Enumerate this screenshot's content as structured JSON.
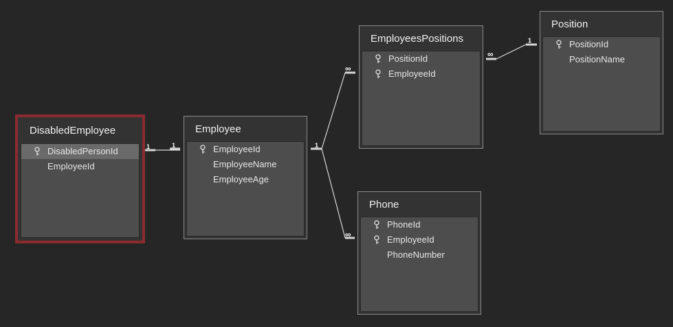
{
  "tables": {
    "disabled": {
      "title": "DisabledEmployee",
      "fields": [
        {
          "name": "DisabledPersonId",
          "key": true
        },
        {
          "name": "EmployeeId",
          "key": false
        }
      ]
    },
    "employee": {
      "title": "Employee",
      "fields": [
        {
          "name": "EmployeeId",
          "key": true
        },
        {
          "name": "EmployeeName",
          "key": false
        },
        {
          "name": "EmployeeAge",
          "key": false
        }
      ]
    },
    "emppos": {
      "title": "EmployeesPositions",
      "fields": [
        {
          "name": "PositionId",
          "key": true
        },
        {
          "name": "EmployeeId",
          "key": true
        }
      ]
    },
    "position": {
      "title": "Position",
      "fields": [
        {
          "name": "PositionId",
          "key": true
        },
        {
          "name": "PositionName",
          "key": false
        }
      ]
    },
    "phone": {
      "title": "Phone",
      "fields": [
        {
          "name": "PhoneId",
          "key": true
        },
        {
          "name": "EmployeeId",
          "key": true
        },
        {
          "name": "PhoneNumber",
          "key": false
        }
      ]
    }
  },
  "relationships": {
    "one": "1",
    "many": "∞"
  },
  "colors": {
    "background": "#262626",
    "selected_border": "#8b2b2f",
    "line": "#d8d8d8"
  }
}
